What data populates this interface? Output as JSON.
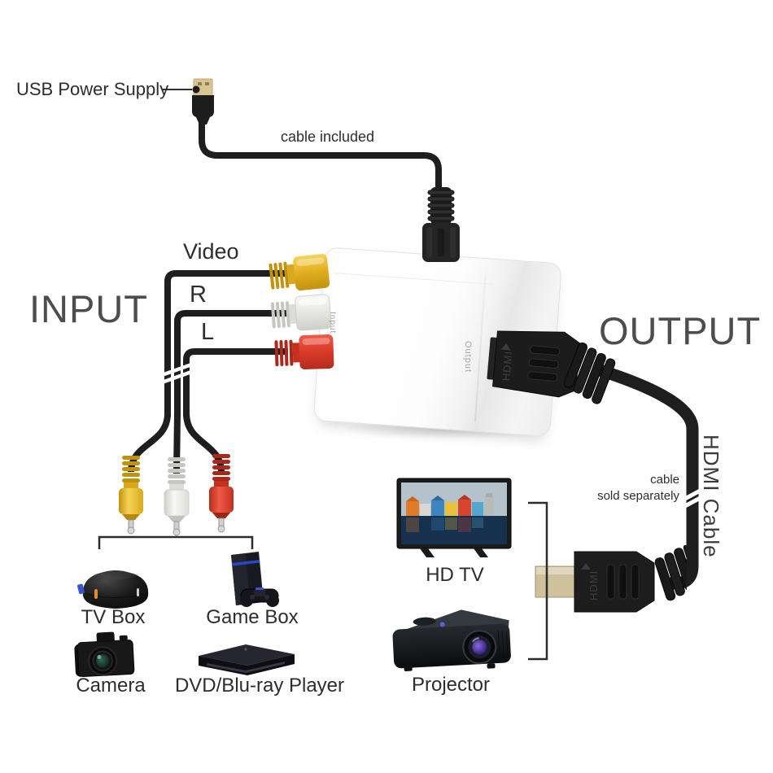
{
  "diagram": {
    "usb_power_supply": "USB Power Supply",
    "cable_included": "cable included",
    "input_heading": "INPUT",
    "output_heading": "OUTPUT",
    "hdmi_cable": "HDMI Cable",
    "cable_sold_line1": "cable",
    "cable_sold_line2": "sold separately"
  },
  "av_plugs": [
    {
      "label": "Video",
      "color": "#e8b422"
    },
    {
      "label": "R",
      "color": "#efeeea"
    },
    {
      "label": "L",
      "color": "#dc392a"
    }
  ],
  "converter": {
    "input_port": "Input",
    "output_port": "Output"
  },
  "hdmi_connector_text": "HDMI",
  "sources": [
    {
      "label": "TV Box"
    },
    {
      "label": "Game Box"
    },
    {
      "label": "Camera"
    },
    {
      "label": "DVD/Blu-ray Player"
    }
  ],
  "displays": [
    {
      "label": "HD TV"
    },
    {
      "label": "Projector"
    }
  ],
  "colors": {
    "cable": "#1e1e1e",
    "text": "#2d2d2d",
    "heading_text": "#4d4d4d",
    "rca_yellow": "#e8b422",
    "rca_white": "#efeeea",
    "rca_red": "#dc392a",
    "usb_gold": "#d9c591",
    "hdmi_gold": "#cfc19c"
  }
}
